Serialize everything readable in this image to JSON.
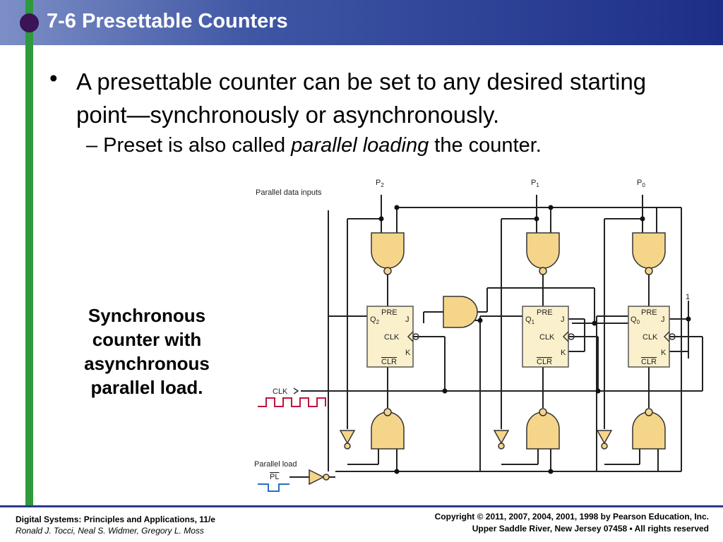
{
  "slide": {
    "title": "7-6 Presettable Counters",
    "bullet_symbol": "•",
    "bullet_text": "A presettable counter can be set to any desired starting point—synchronously or asynchronously.",
    "sub_prefix": "– Preset is also called ",
    "sub_italic": "parallel loading",
    "sub_suffix": " the counter.",
    "caption": "Synchronous counter with asynchronous parallel load."
  },
  "diagram": {
    "parallel_data_inputs": "Parallel data inputs",
    "p2": "P",
    "p2_sub": "2",
    "p1": "P",
    "p1_sub": "1",
    "p0": "P",
    "p0_sub": "0",
    "one": "1",
    "clk_input": "CLK",
    "parallel_load": "Parallel load",
    "pl": "PL",
    "pre": "PRE",
    "clr": "CLR",
    "j": "J",
    "k": "K",
    "clk": "CLK",
    "q": "Q",
    "q2_sub": "2",
    "q1_sub": "1",
    "q0_sub": "0"
  },
  "footer": {
    "left_line1": "Digital Systems: Principles and Applications, 11/e",
    "left_line2": "Ronald J. Tocci, Neal S. Widmer, Gregory L. Moss",
    "right_line1": "Copyright © 2011, 2007, 2004, 2001, 1998  by Pearson Education, Inc.",
    "right_line2": "Upper Saddle River, New Jersey 07458 • All rights reserved"
  },
  "colors": {
    "title_bar": "#1d2e88",
    "accent_green": "#2f9a3c",
    "gate_fill": "#f5d58a",
    "flipflop_fill": "#fbf0cc",
    "clk_wave": "#c0143c"
  }
}
